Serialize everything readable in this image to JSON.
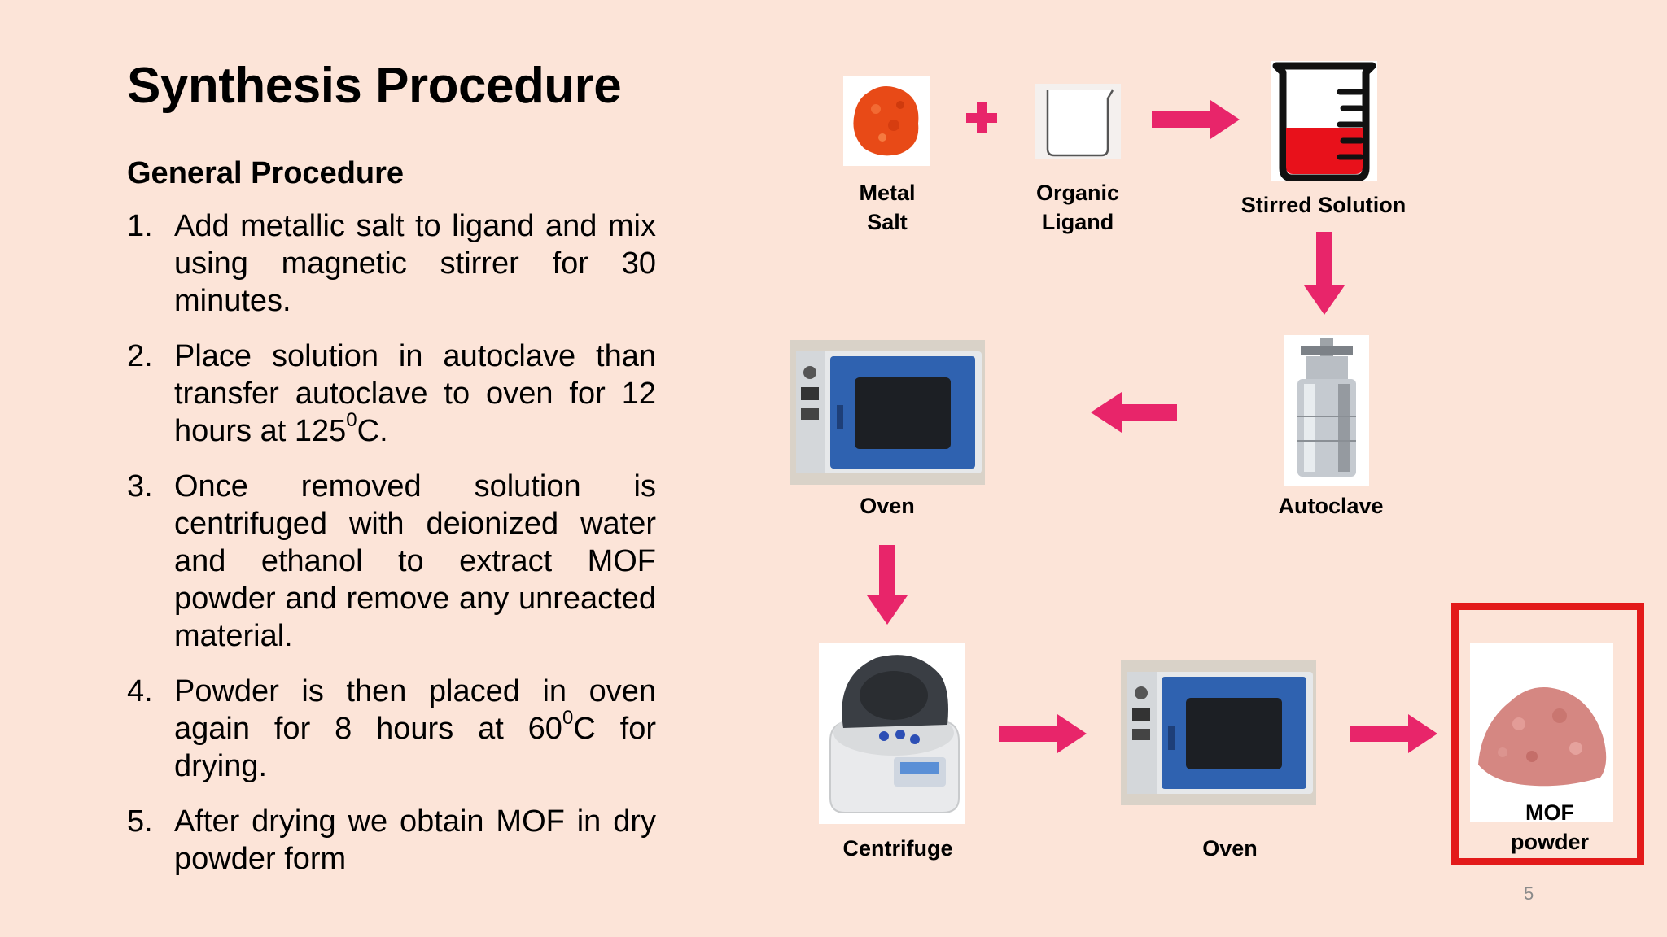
{
  "slide": {
    "title": "Synthesis Procedure",
    "subtitle": "General Procedure",
    "page_number": "5"
  },
  "steps": [
    {
      "num": "1.",
      "text": "Add metallic salt to ligand and mix using magnetic stirrer for 30 minutes."
    },
    {
      "num": "2.",
      "text_a": "Place solution in autoclave  than transfer autoclave to oven for 12 hours at 125",
      "sup": "0",
      "text_b": "C."
    },
    {
      "num": "3.",
      "text": "Once removed solution is centrifuged with deionized water and ethanol to extract MOF powder and remove any unreacted material."
    },
    {
      "num": "4.",
      "text_a": "Powder is then placed in oven again for 8 hours at 60",
      "sup": "0",
      "text_b": "C for drying."
    },
    {
      "num": "5.",
      "text": "After drying we obtain MOF in dry powder form"
    }
  ],
  "diagram": {
    "metal_salt": {
      "line1": "Metal",
      "line2": "Salt"
    },
    "organic_ligand": {
      "line1": "Organic",
      "line2": "Ligand"
    },
    "stirred_solution": "Stirred Solution",
    "autoclave": "Autoclave",
    "oven_1": "Oven",
    "centrifuge": "Centrifuge",
    "oven_2": "Oven",
    "mof_powder": {
      "line1": "MOF",
      "line2": "powder"
    },
    "colors": {
      "arrow": "#e8256a",
      "highlight": "#e31a1a",
      "oven_door": "#2f62b0"
    },
    "icons": [
      "plus-icon",
      "arrow-right-icon",
      "arrow-down-icon",
      "arrow-left-icon"
    ]
  }
}
